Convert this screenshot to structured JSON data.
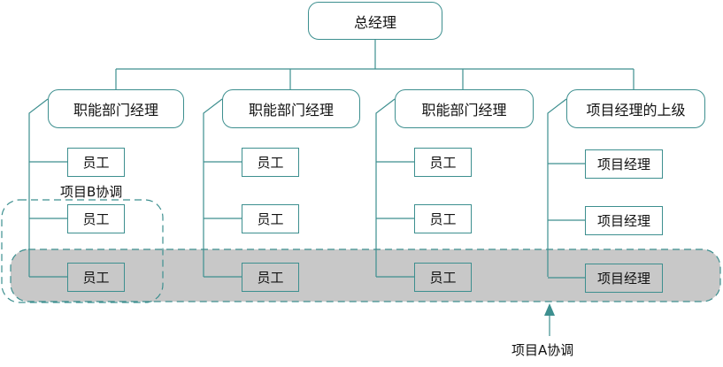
{
  "top": {
    "label": "总经理"
  },
  "columns": [
    {
      "head": "职能部门经理",
      "items": [
        "员工",
        "员工",
        "员工"
      ]
    },
    {
      "head": "职能部门经理",
      "items": [
        "员工",
        "员工",
        "员工"
      ]
    },
    {
      "head": "职能部门经理",
      "items": [
        "员工",
        "员工",
        "员工"
      ]
    },
    {
      "head": "项目经理的上级",
      "items": [
        "项目经理",
        "项目经理",
        "项目经理"
      ]
    }
  ],
  "annotations": {
    "project_b": "项目B协调",
    "project_a": "项目A协调"
  },
  "colors": {
    "line": "#3d8f8f",
    "highlight_fill": "#c8c8c8",
    "arrow": "#3d8f8f"
  }
}
